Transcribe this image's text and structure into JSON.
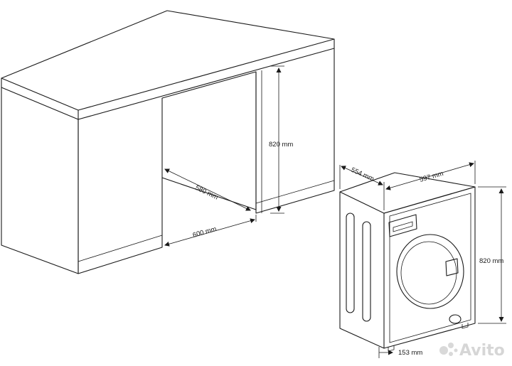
{
  "dimensions": {
    "cabinet_height": "820 mm",
    "cabinet_depth": "580 mm",
    "cabinet_width": "600 mm",
    "machine_depth": "554 mm",
    "machine_width": "597 mm",
    "machine_height": "820 mm",
    "machine_clearance": "153 mm"
  },
  "watermark": "Avito",
  "colors": {
    "line": "#1a1a1a",
    "background": "#ffffff",
    "watermark": "#d6d6d6"
  }
}
